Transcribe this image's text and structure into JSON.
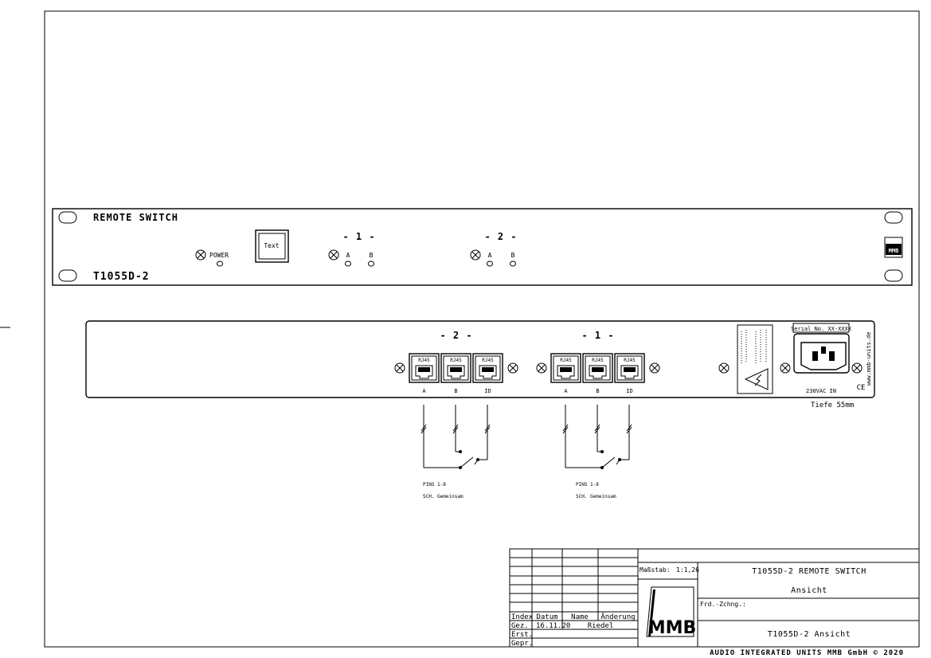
{
  "front_panel": {
    "title": "REMOTE SWITCH",
    "model": "T1055D-2",
    "power_label": "POWER",
    "button_label": "Text",
    "channels": [
      {
        "label": "- 1 -",
        "leds": [
          "A",
          "B"
        ]
      },
      {
        "label": "- 2 -",
        "leds": [
          "A",
          "B"
        ]
      }
    ],
    "logo": "MMB"
  },
  "rear_panel": {
    "groups": [
      {
        "label": "- 2 -",
        "ports": [
          "A",
          "B",
          "ID"
        ]
      },
      {
        "label": "- 1 -",
        "ports": [
          "A",
          "B",
          "ID"
        ]
      }
    ],
    "jack_label": "RJ45",
    "serial_label": "Serial No. XX-XXXX",
    "power_in": "230VAC IN",
    "website": "www.mmb-units.de",
    "ce": "CE",
    "depth": "Tiefe 55mm"
  },
  "wiring": [
    {
      "pins": "PINS 1-8",
      "note": "SCH. Gemeinsam"
    },
    {
      "pins": "PINS 1-8",
      "note": "SCH. Gemeinsam"
    }
  ],
  "title_block": {
    "col_headers": [
      "Index",
      "Datum",
      "Name",
      "Änderung"
    ],
    "rows": [
      {
        "label": "Gez.",
        "date": "16.11.20",
        "name": "Riedel"
      },
      {
        "label": "Erst.",
        "date": "",
        "name": ""
      },
      {
        "label": "Gepr.",
        "date": "",
        "name": ""
      }
    ],
    "scale_label": "Maßstab:",
    "scale_value": "1:1,26",
    "title": "T1055D-2 REMOTE SWITCH",
    "subtitle": "Ansicht",
    "frd_label": "Frd.-Zchng.:",
    "drawing_name": "T1055D-2 Ansicht",
    "logo": "MMB"
  },
  "footer": "AUDIO INTEGRATED UNITS MMB GmbH © 2020"
}
